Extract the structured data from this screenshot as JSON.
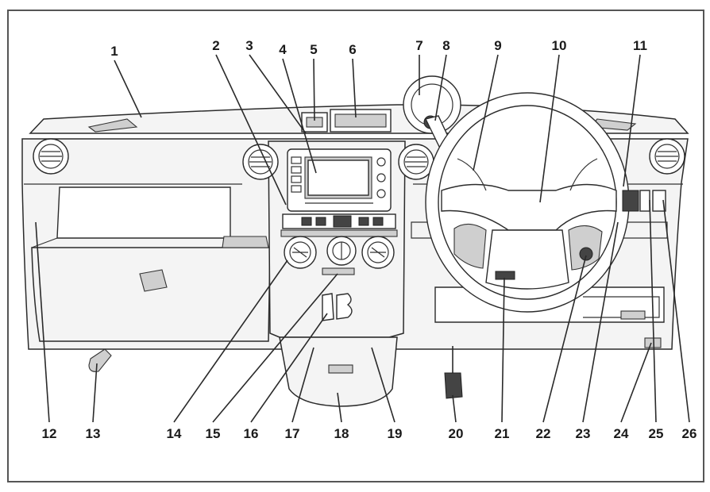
{
  "callouts": [
    {
      "num": "1",
      "label": [
        144,
        70
      ],
      "target": [
        178,
        148
      ]
    },
    {
      "num": "2",
      "label": [
        272,
        63
      ],
      "target": [
        360,
        258
      ]
    },
    {
      "num": "3",
      "label": [
        314,
        63
      ],
      "target": [
        385,
        168
      ]
    },
    {
      "num": "4",
      "label": [
        356,
        68
      ],
      "target": [
        398,
        218
      ]
    },
    {
      "num": "5",
      "label": [
        395,
        68
      ],
      "target": [
        396,
        152
      ]
    },
    {
      "num": "6",
      "label": [
        444,
        68
      ],
      "target": [
        448,
        148
      ]
    },
    {
      "num": "7",
      "label": [
        528,
        63
      ],
      "target": [
        528,
        120
      ]
    },
    {
      "num": "8",
      "label": [
        562,
        63
      ],
      "target": [
        548,
        152
      ]
    },
    {
      "num": "9",
      "label": [
        627,
        63
      ],
      "target": [
        596,
        215
      ]
    },
    {
      "num": "10",
      "label": [
        704,
        63
      ],
      "target": [
        680,
        255
      ]
    },
    {
      "num": "11",
      "label": [
        806,
        63
      ],
      "target": [
        785,
        235
      ]
    },
    {
      "num": "12",
      "label": [
        62,
        552
      ],
      "target": [
        45,
        280
      ]
    },
    {
      "num": "13",
      "label": [
        117,
        552
      ],
      "target": [
        122,
        458
      ]
    },
    {
      "num": "14",
      "label": [
        219,
        552
      ],
      "target": [
        362,
        328
      ]
    },
    {
      "num": "15",
      "label": [
        268,
        552
      ],
      "target": [
        425,
        345
      ]
    },
    {
      "num": "16",
      "label": [
        316,
        552
      ],
      "target": [
        412,
        395
      ]
    },
    {
      "num": "17",
      "label": [
        368,
        552
      ],
      "target": [
        395,
        438
      ]
    },
    {
      "num": "18",
      "label": [
        430,
        552
      ],
      "target": [
        425,
        495
      ]
    },
    {
      "num": "19",
      "label": [
        497,
        552
      ],
      "target": [
        468,
        438
      ]
    },
    {
      "num": "20",
      "label": [
        574,
        552
      ],
      "target": [
        570,
        498
      ]
    },
    {
      "num": "21",
      "label": [
        632,
        552
      ],
      "target": [
        635,
        350
      ]
    },
    {
      "num": "22",
      "label": [
        684,
        552
      ],
      "target": [
        738,
        322
      ]
    },
    {
      "num": "23",
      "label": [
        734,
        552
      ],
      "target": [
        778,
        280
      ]
    },
    {
      "num": "24",
      "label": [
        782,
        552
      ],
      "target": [
        820,
        432
      ]
    },
    {
      "num": "25",
      "label": [
        826,
        552
      ],
      "target": [
        818,
        252
      ]
    },
    {
      "num": "26",
      "label": [
        868,
        552
      ],
      "target": [
        835,
        252
      ]
    }
  ],
  "colors": {
    "ink": "#2a2a2a",
    "fill": "#f4f4f4",
    "shade": "#cfcfcf"
  }
}
